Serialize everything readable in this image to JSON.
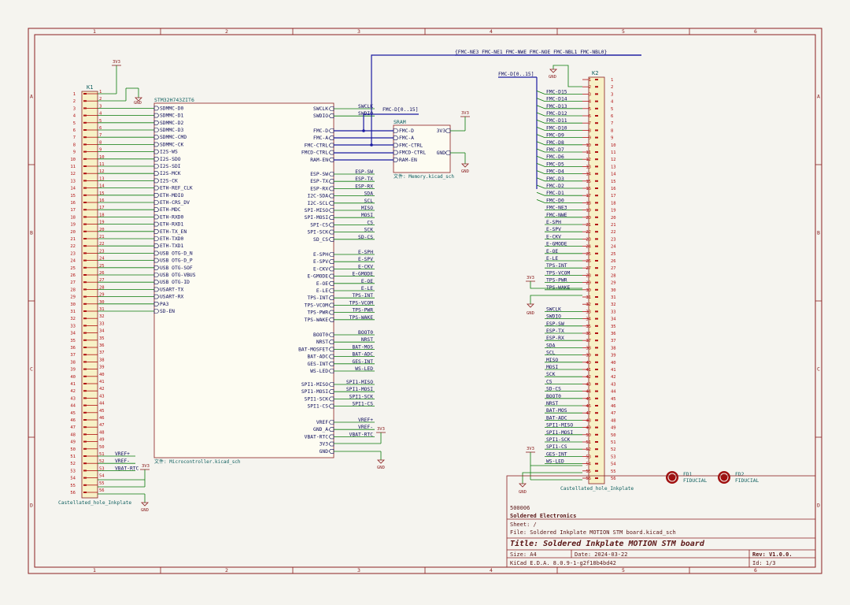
{
  "colors": {
    "frame": "#8b2020",
    "wire": "#0a7a0a",
    "bus": "#1a1aa0",
    "label": "#0a0a5a",
    "pin": "#b01010",
    "sheet_text": "#0f5f5f",
    "sheet_fill": "#fdfcf2",
    "conn_fill": "#f7f1c6",
    "fiducial": "#a01010"
  },
  "border": {
    "cols": [
      "1",
      "2",
      "3",
      "4",
      "5",
      "6"
    ],
    "rows": [
      "A",
      "B",
      "C",
      "D"
    ]
  },
  "power": {
    "vcc": "3V3",
    "gnd": "GND"
  },
  "k1": {
    "ref": "K1",
    "value": "Castellated_hole_Inkplate",
    "pins": [
      "1",
      "2",
      "3",
      "4",
      "5",
      "6",
      "7",
      "8",
      "9",
      "10",
      "11",
      "12",
      "13",
      "14",
      "15",
      "16",
      "17",
      "18",
      "19",
      "20",
      "21",
      "22",
      "23",
      "24",
      "25",
      "26",
      "27",
      "28",
      "29",
      "30",
      "31",
      "32",
      "33",
      "34",
      "35",
      "36",
      "37",
      "38",
      "39",
      "40",
      "41",
      "42",
      "43",
      "44",
      "45",
      "46",
      "47",
      "48",
      "49",
      "50",
      "51",
      "52",
      "53",
      "54",
      "55",
      "56"
    ],
    "labels": {
      "51": "VREF+",
      "52": "VREF-",
      "53": "VBAT-RTC"
    }
  },
  "mcu": {
    "title": "STM32H743ZIT6",
    "file": "文件: Microcontroller.kicad_sch",
    "left_pins": [
      "SDMMC-D0",
      "SDMMC-D1",
      "SDMMC-D2",
      "SDMMC-D3",
      "SDMMC-CMD",
      "SDMMC-CK",
      "I2S-WS",
      "I2S-SDO",
      "I2S-SDI",
      "I2S-MCK",
      "I2S-CK",
      "ETH-REF_CLK",
      "ETH-MDIO",
      "ETH-CRS_DV",
      "ETH-MDC",
      "ETH-RXD0",
      "ETH-RXD1",
      "ETH-TX_EN",
      "ETH-TXD0",
      "ETH-TXD1",
      "USB OTG-D_N",
      "USB OTG-D_P",
      "USB OTG-SOF",
      "USB OTG-VBUS",
      "USB OTG-ID",
      "USART-TX",
      "USART-RX",
      "PA3",
      "SD-EN"
    ],
    "right_groups": [
      [
        "SWCLK",
        "SWDIO"
      ],
      [
        "FMC-D",
        "FMC-A",
        "FMC-CTRL",
        "FMCD-CTRL",
        "RAM-EN"
      ],
      [
        "ESP-SW",
        "ESP-TX",
        "ESP-RX",
        "I2C-SDA",
        "I2C-SCL",
        "SPI-MISO",
        "SPI-MOSI",
        "SPI-CS",
        "SPI-SCK",
        "SD_CS"
      ],
      [
        "E-SPH",
        "E-SPV",
        "E-CKV",
        "E-GMODE",
        "E-OE",
        "E-LE",
        "TPS-INT",
        "TPS-VCOM",
        "TPS-PWR",
        "TPS-WAKE"
      ],
      [
        "BOOT0",
        "NRST",
        "BAT-MOSFET",
        "BAT-ADC",
        "GES-INT",
        "WS-LED"
      ],
      [
        "SPI1-MISO",
        "SPI1-MOSI",
        "SPI1-SCK",
        "SPI1-CS"
      ],
      [
        "VREF",
        "GND_A",
        "VBAT-RTC",
        "3V3",
        "GND"
      ]
    ],
    "right_labels": [
      [
        "SWCLK",
        "SWDIO"
      ],
      [
        "",
        "",
        "",
        "",
        ""
      ],
      [
        "ESP-SW",
        "ESP-TX",
        "ESP-RX",
        "SDA",
        "SCL",
        "MISO",
        "MOSI",
        "CS",
        "SCK",
        "SD-CS"
      ],
      [
        "E-SPH",
        "E-SPV",
        "E-CKV",
        "E-GMODE",
        "E-OE",
        "E-LE",
        "TPS-INT",
        "TPS-VCOM",
        "TPS-PWR",
        "TPS-WAKE"
      ],
      [
        "BOOT0",
        "NRST",
        "BAT-MOS",
        "BAT-ADC",
        "GES-INT",
        "WS-LED"
      ],
      [
        "SPI1-MISO",
        "SPI1-MOSI",
        "SPI1-SCK",
        "SPI1-CS"
      ],
      [
        "VREF+",
        "VREF-",
        "VBAT-RTC",
        "",
        ""
      ]
    ]
  },
  "sram": {
    "title": "SRAM",
    "file": "文件: Memory.kicad_sch",
    "left_pins": [
      "FMC-D",
      "FMC-A",
      "FMC-CTRL",
      "FMCD-CTRL",
      "RAM-EN"
    ],
    "right_pins": [
      "3V3",
      "GND"
    ]
  },
  "bus": {
    "top": "{FMC-NE3 FMC-NE1 FMC-NWE FMC-NOE FMC-NBL1 FMC-NBL0}",
    "data_mid": "FMC-D[0..15]",
    "data_k2": "FMC-D[0..15]"
  },
  "k2": {
    "ref": "K2",
    "value": "Castellated_hole_Inkplate",
    "pins": [
      "1",
      "2",
      "3",
      "4",
      "5",
      "6",
      "7",
      "8",
      "9",
      "10",
      "11",
      "12",
      "13",
      "14",
      "15",
      "16",
      "17",
      "18",
      "19",
      "20",
      "21",
      "22",
      "23",
      "24",
      "25",
      "26",
      "27",
      "28",
      "29",
      "30",
      "31",
      "32",
      "33",
      "34",
      "35",
      "36",
      "37",
      "38",
      "39",
      "40",
      "41",
      "42",
      "43",
      "44",
      "45",
      "46",
      "47",
      "48",
      "49",
      "50",
      "51",
      "52",
      "53",
      "54",
      "55",
      "56"
    ],
    "labels": [
      "",
      "",
      "FMC-D15",
      "FMC-D14",
      "FMC-D13",
      "FMC-D12",
      "FMC-D11",
      "FMC-D10",
      "FMC-D9",
      "FMC-D8",
      "FMC-D7",
      "FMC-D6",
      "FMC-D5",
      "FMC-D4",
      "FMC-D3",
      "FMC-D2",
      "FMC-D1",
      "FMC-D0",
      "FMC-NE3",
      "FMC-NWE",
      "E-SPH",
      "E-SPV",
      "E-CKV",
      "E-GMODE",
      "E-OE",
      "E-LE",
      "TPS-INT",
      "TPS-VCOM",
      "TPS-PWR",
      "TPS-WAKE",
      "",
      "",
      "SWCLK",
      "SWDIO",
      "ESP-SW",
      "ESP-TX",
      "ESP-RX",
      "SDA",
      "SCL",
      "MISO",
      "MOSI",
      "SCK",
      "CS",
      "SD-CS",
      "BOOT0",
      "NRST",
      "BAT-MOS",
      "BAT-ADC",
      "SPI1-MISO",
      "SPI1-MOSI",
      "SPI1-SCK",
      "SPI1-CS",
      "GES-INT",
      "WS-LED",
      "",
      ""
    ]
  },
  "fiducials": [
    {
      "ref": "FD1",
      "value": "FIDUCIAL"
    },
    {
      "ref": "FD2",
      "value": "FIDUCIAL"
    }
  ],
  "title_block": {
    "id": "500006",
    "company": "Soldered Electronics",
    "sheet": "Sheet: /",
    "file": "File: Soldered Inkplate MOTION STM board.kicad_sch",
    "title": "Title: Soldered Inkplate MOTION STM board",
    "size": "Size: A4",
    "date": "Date: 2024-03-22",
    "rev": "Rev: V1.0.0.",
    "tool": "KiCad E.D.A. 8.0.9-1-g2f18b4bd42",
    "page": "Id: 1/3"
  }
}
